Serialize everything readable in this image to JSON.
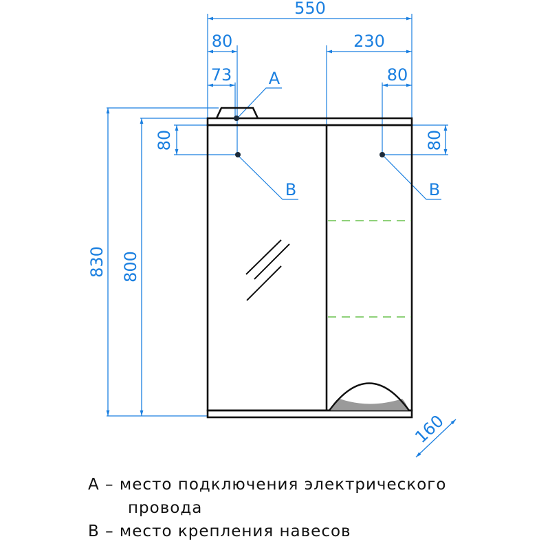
{
  "colors": {
    "dimension": "#1a7fe0",
    "outline": "#111111",
    "shelf_dashed": "#8fd17a",
    "lamp_fill": "#9a9a9a"
  },
  "dimensions": {
    "overall_width": "550",
    "left_offset_80": "80",
    "left_offset_73": "73",
    "right_section_width": "230",
    "right_offset_80": "80",
    "left_vertical_80": "80",
    "right_vertical_80": "80",
    "total_height": "830",
    "body_height": "800",
    "depth": "160"
  },
  "markers": {
    "a": "A",
    "b_left": "B",
    "b_right": "B"
  },
  "legend": {
    "line1": "A – место подключения электрического",
    "line2": "провода",
    "line3": "B – место крепления навесов"
  }
}
